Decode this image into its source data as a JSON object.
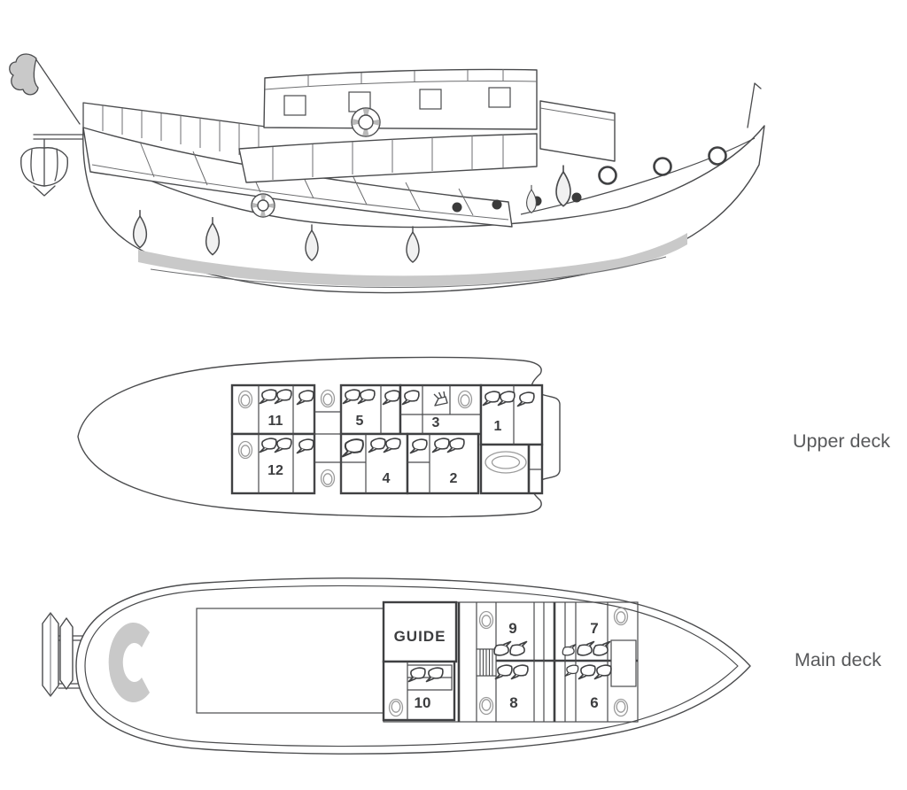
{
  "colors": {
    "line": "#4a4b4d",
    "light_line": "#9b9b9b",
    "gray_fill": "#c9c9c9",
    "fender_fill": "#f1f1f1",
    "dark_porthole": "#3b3b3b",
    "deck_label_text": "#58595b",
    "cabin_number_text": "#3c3d3f",
    "background": "#ffffff"
  },
  "side_view": {
    "icons": [
      "flag-icon",
      "dinghy-icon",
      "lifebuoy-icon",
      "porthole-ring-icon",
      "porthole-dot-icon",
      "fender-icon",
      "bow-pole-icon"
    ]
  },
  "upper_deck": {
    "label": "Upper deck",
    "cabins": [
      {
        "number": "11"
      },
      {
        "number": "5"
      },
      {
        "number": "3"
      },
      {
        "number": "1"
      },
      {
        "number": "12"
      },
      {
        "number": "4"
      },
      {
        "number": "2"
      }
    ],
    "icons": [
      "bed-pillow-icon",
      "toilet-icon",
      "shower-icon",
      "bathtub-icon"
    ]
  },
  "main_deck": {
    "label": "Main deck",
    "guide_room": {
      "label": "GUIDE"
    },
    "cabins": [
      {
        "number": "9"
      },
      {
        "number": "7"
      },
      {
        "number": "10"
      },
      {
        "number": "8"
      },
      {
        "number": "6"
      }
    ],
    "icons": [
      "bed-pillow-icon",
      "toilet-icon",
      "stairs-icon",
      "stern-platform-icon",
      "horseshoe-seat-icon"
    ]
  }
}
